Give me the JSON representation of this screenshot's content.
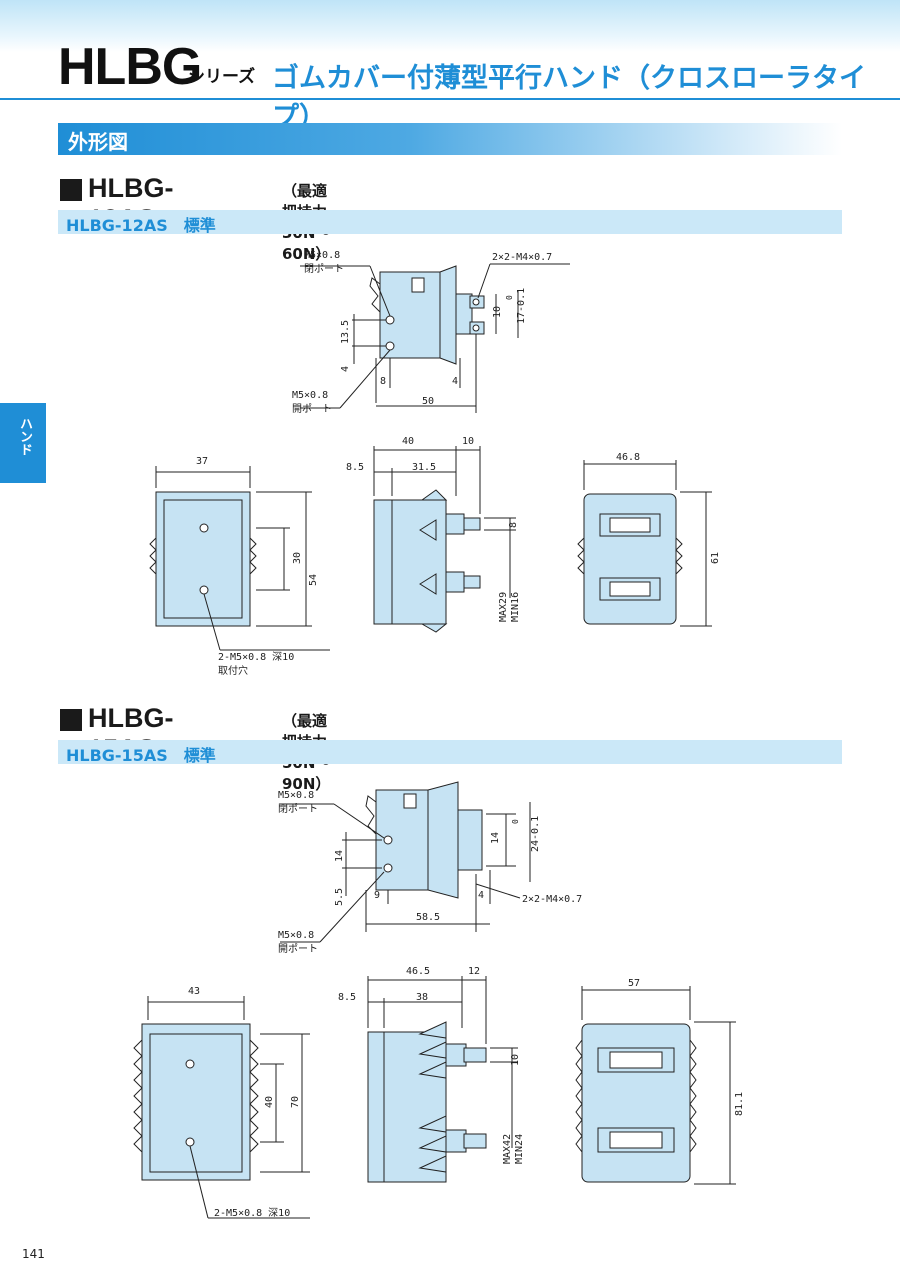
{
  "header": {
    "series_code": "HLBG",
    "series_suffix": "シリーズ",
    "series_desc": "ゴムカバー付薄型平行ハンド（クロスローラタイプ）"
  },
  "sidetab": {
    "label": "ハンド"
  },
  "section": {
    "title": "外形図"
  },
  "models": [
    {
      "code": "HLBG-12AS",
      "force": "（最適把持力 30N〜60N）",
      "variant": "HLBG-12AS　標準",
      "top_view": {
        "port_label_1": "M5×0.8",
        "port_label_1b": "閉ポート",
        "thread_label": "2×2-M4×0.7",
        "dim_10": "10",
        "dim_17": "17-0.1",
        "tol_0": "0",
        "dim_13_5": "13.5",
        "dim_4_left": "4",
        "dim_8": "8",
        "dim_4_right": "4",
        "dim_50": "50",
        "port_label_2": "M5×0.8",
        "port_label_2b": "開ポート"
      },
      "front_view": {
        "dim_37": "37",
        "dim_30": "30",
        "dim_54": "54",
        "tap_label": "2-M5×0.8 深10",
        "tap_label_b": "取付穴"
      },
      "side_view": {
        "dim_40": "40",
        "dim_10": "10",
        "dim_8_5": "8.5",
        "dim_31_5": "31.5",
        "dim_8": "8",
        "dim_max": "MAX29",
        "dim_min": "MIN16"
      },
      "end_view": {
        "dim_46_8": "46.8",
        "dim_61": "61"
      }
    },
    {
      "code": "HLBG-15AS",
      "force": "（最適把持力 50N〜90N）",
      "variant": "HLBG-15AS　標準",
      "top_view": {
        "port_label_1": "M5×0.8",
        "port_label_1b": "閉ポート",
        "tol_0": "0",
        "dim_14_right": "14",
        "dim_24": "24-0.1",
        "dim_14_left": "14",
        "dim_5_5": "5.5",
        "dim_9": "9",
        "dim_4": "4",
        "thread_label": "2×2-M4×0.7",
        "dim_58_5": "58.5",
        "port_label_2": "M5×0.8",
        "port_label_2b": "開ポート"
      },
      "front_view": {
        "dim_43": "43",
        "dim_40": "40",
        "dim_70": "70",
        "tap_label": "2-M5×0.8 深10"
      },
      "side_view": {
        "dim_46_5": "46.5",
        "dim_12": "12",
        "dim_8_5": "8.5",
        "dim_38": "38",
        "dim_10": "10",
        "dim_max": "MAX42",
        "dim_min": "MIN24"
      },
      "end_view": {
        "dim_57": "57",
        "dim_81_1": "81.1"
      }
    }
  ],
  "page": {
    "number": "141"
  },
  "colors": {
    "accent": "#1f8ed6",
    "part_fill": "#c6e3f3",
    "variant_bar": "#cbe8f8"
  }
}
